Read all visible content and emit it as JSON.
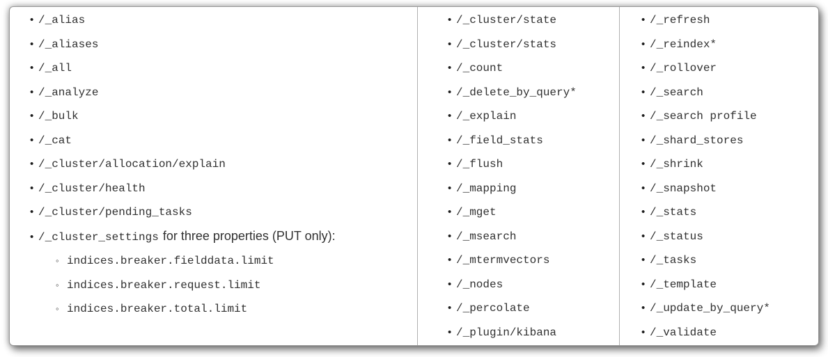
{
  "bullets": {
    "level1": "•",
    "level2": "◦"
  },
  "colors": {
    "text": "#303030",
    "divider": "#b0b0b0",
    "panel_border": "#979797",
    "background": "#ffffff"
  },
  "columns": [
    {
      "name": "column-1",
      "items": [
        {
          "code": "/_alias"
        },
        {
          "code": "/_aliases"
        },
        {
          "code": "/_all"
        },
        {
          "code": "/_analyze"
        },
        {
          "code": "/_bulk"
        },
        {
          "code": "/_cat"
        },
        {
          "code": "/_cluster/allocation/explain"
        },
        {
          "code": "/_cluster/health"
        },
        {
          "code": "/_cluster/pending_tasks"
        },
        {
          "code": "/_cluster_settings",
          "note": "for three properties (PUT only):",
          "children": [
            "indices.breaker.fielddata.limit",
            "indices.breaker.request.limit",
            "indices.breaker.total.limit"
          ]
        }
      ]
    },
    {
      "name": "column-2",
      "items": [
        {
          "code": "/_cluster/state"
        },
        {
          "code": "/_cluster/stats"
        },
        {
          "code": "/_count"
        },
        {
          "code": "/_delete_by_query*"
        },
        {
          "code": "/_explain"
        },
        {
          "code": "/_field_stats"
        },
        {
          "code": "/_flush"
        },
        {
          "code": "/_mapping"
        },
        {
          "code": "/_mget"
        },
        {
          "code": "/_msearch"
        },
        {
          "code": "/_mtermvectors"
        },
        {
          "code": "/_nodes"
        },
        {
          "code": "/_percolate"
        },
        {
          "code": "/_plugin/kibana"
        }
      ]
    },
    {
      "name": "column-3",
      "items": [
        {
          "code": "/_refresh"
        },
        {
          "code": "/_reindex*"
        },
        {
          "code": "/_rollover"
        },
        {
          "code": "/_search"
        },
        {
          "code": "/_search profile"
        },
        {
          "code": "/_shard_stores"
        },
        {
          "code": "/_shrink"
        },
        {
          "code": "/_snapshot"
        },
        {
          "code": "/_stats"
        },
        {
          "code": "/_status"
        },
        {
          "code": "/_tasks"
        },
        {
          "code": "/_template"
        },
        {
          "code": "/_update_by_query*"
        },
        {
          "code": "/_validate"
        }
      ]
    }
  ]
}
